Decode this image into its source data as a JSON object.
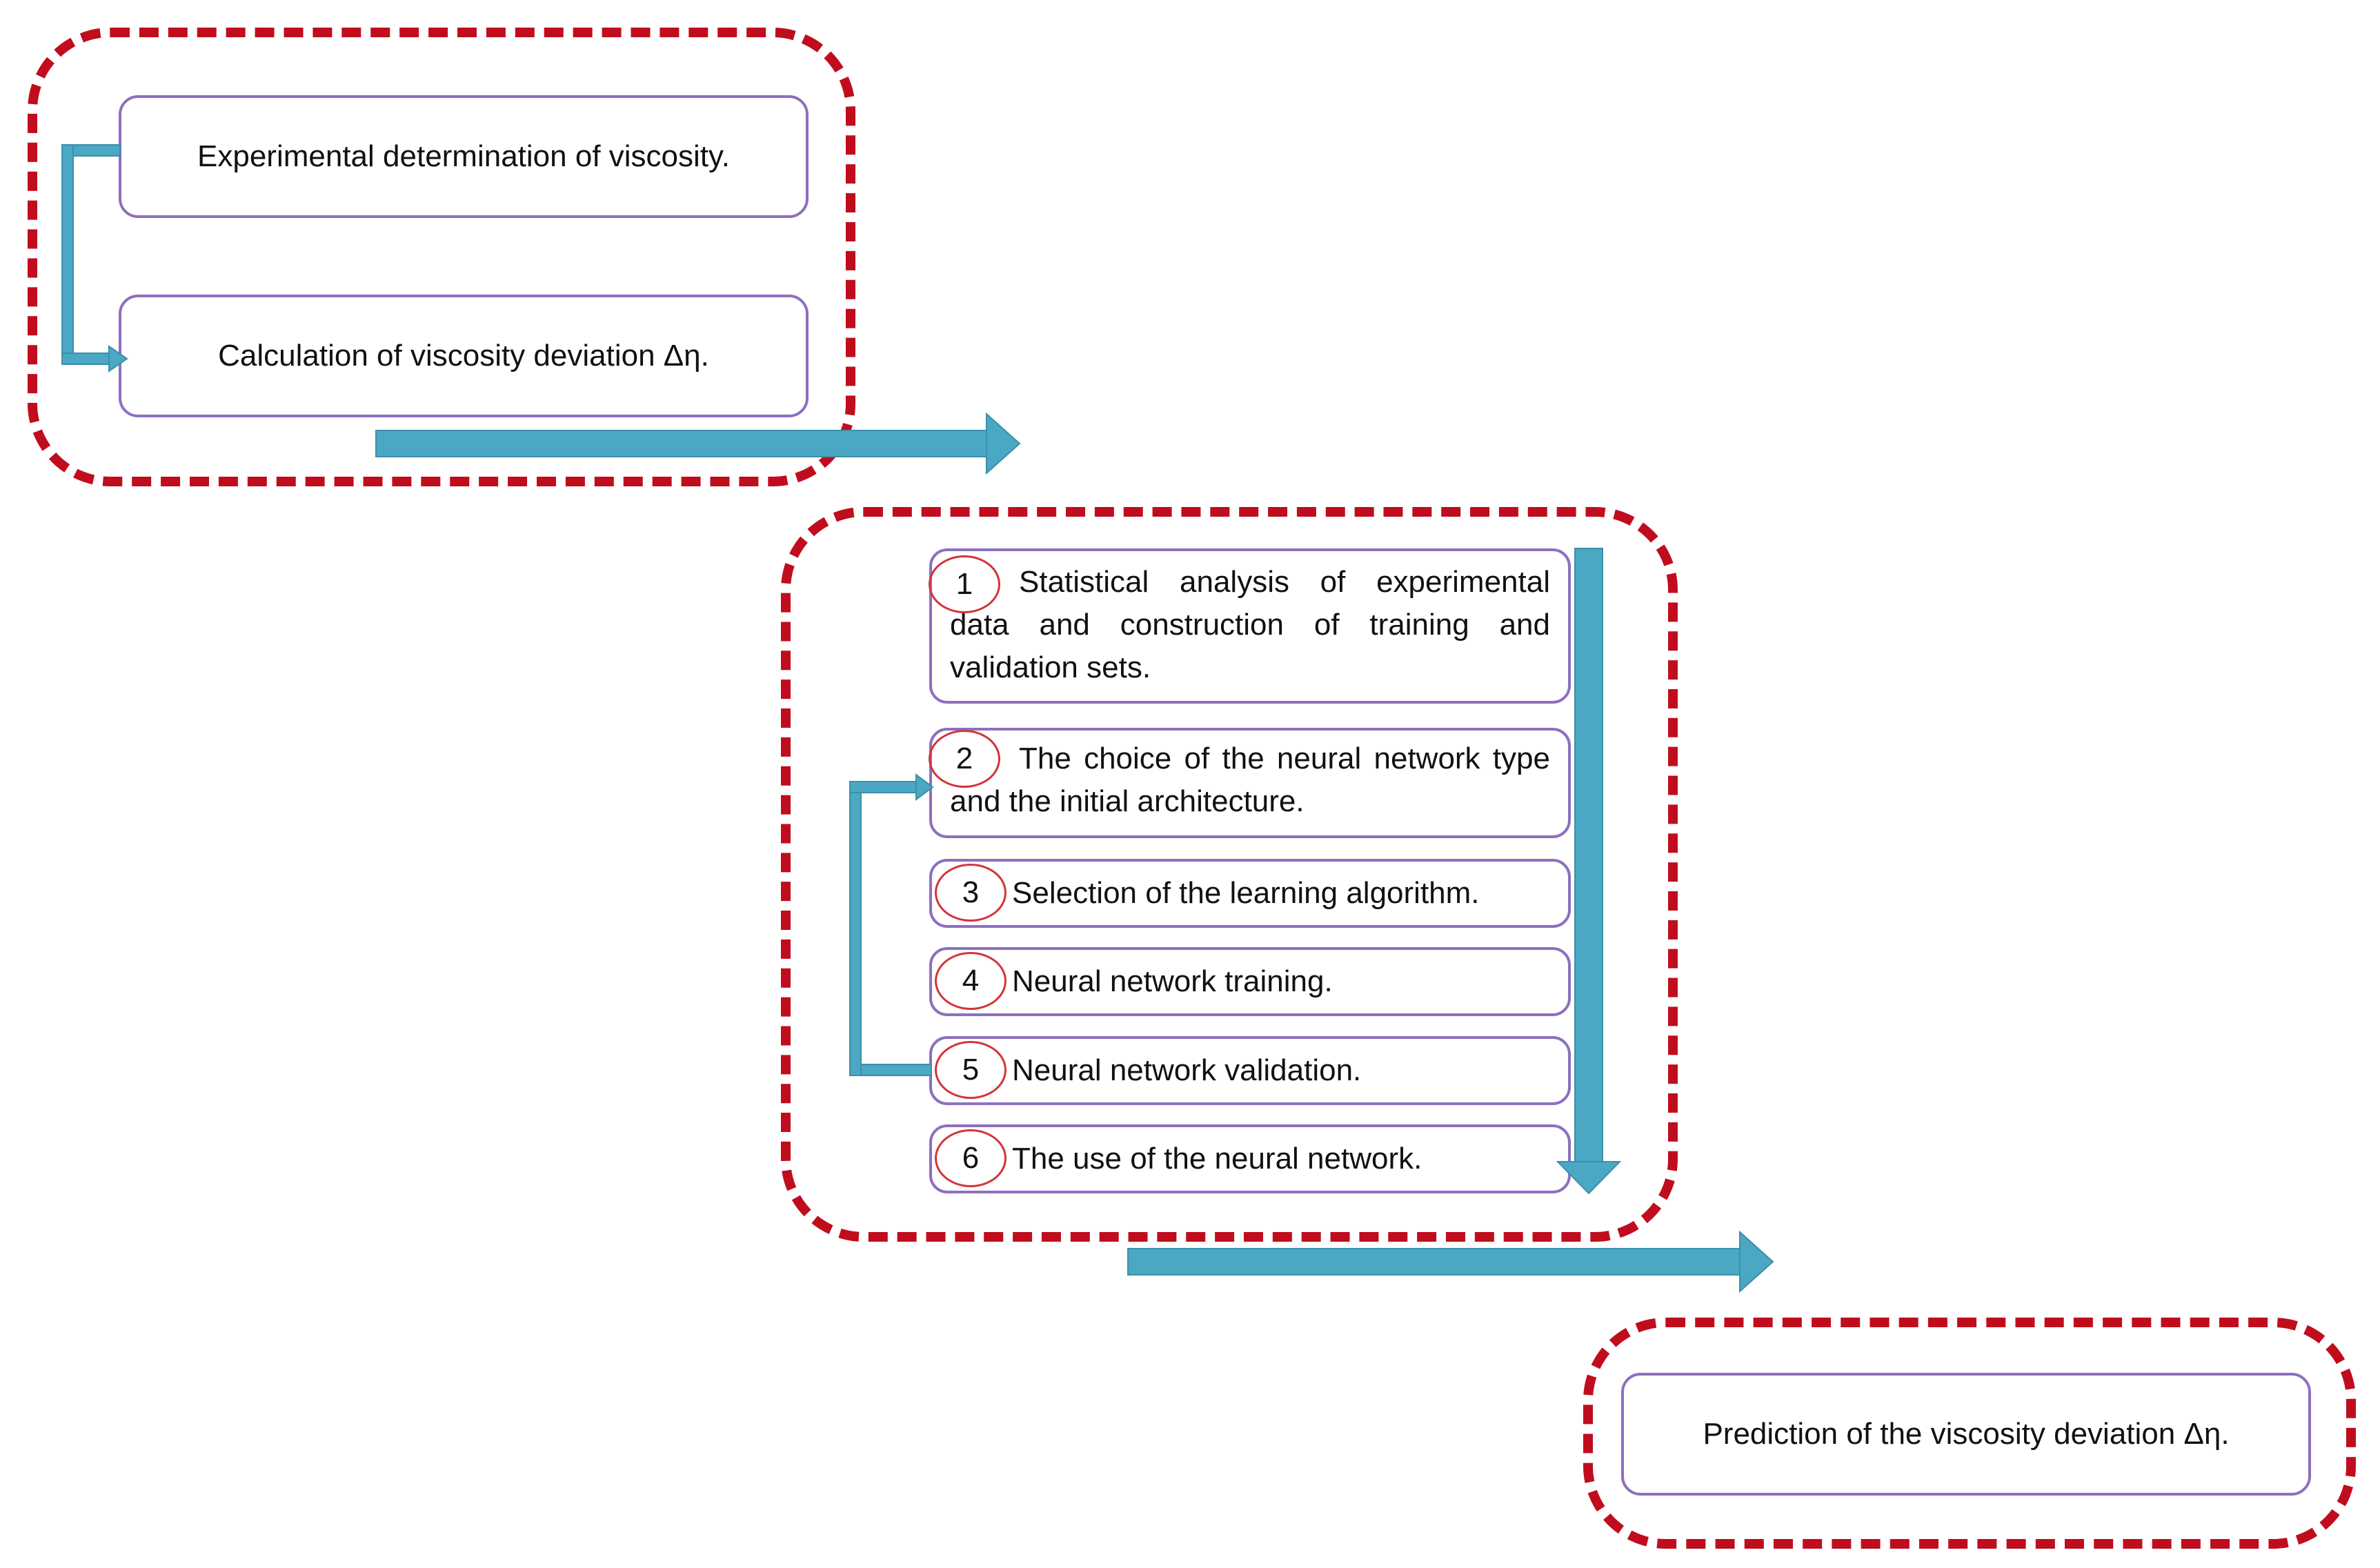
{
  "top_group": {
    "experimental": "Experimental determination of viscosity.",
    "calculation": "Calculation of viscosity deviation Δη."
  },
  "neural_network_steps": [
    {
      "number": "1",
      "text": "Statistical analysis of experimental data and construction of training and validation sets."
    },
    {
      "number": "2",
      "text": "The choice of the neural network type and the initial architecture."
    },
    {
      "number": "3",
      "text": "Selection of the learning algorithm."
    },
    {
      "number": "4",
      "text": "Neural network training."
    },
    {
      "number": "5",
      "text": "Neural network validation."
    },
    {
      "number": "6",
      "text": "The use of the neural network."
    }
  ],
  "result_group": {
    "prediction": "Prediction of the viscosity deviation Δη."
  },
  "colors": {
    "dashed_border": "#c00d1e",
    "box_border": "#8d6fbf",
    "arrow": "#4aa8c4",
    "number_circle": "#d3343a"
  }
}
